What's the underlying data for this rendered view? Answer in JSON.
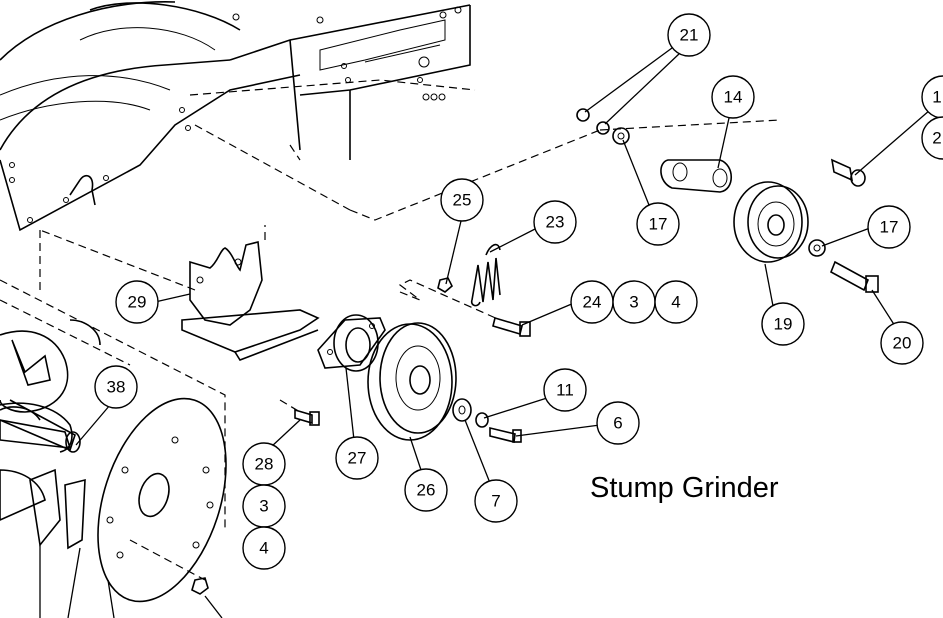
{
  "caption": "Stump Grinder",
  "highlight_color": "#f5ef00",
  "callouts": [
    {
      "id": "c21",
      "label": "21"
    },
    {
      "id": "c14",
      "label": "14"
    },
    {
      "id": "c1",
      "label": "1"
    },
    {
      "id": "c2",
      "label": "2"
    },
    {
      "id": "c17a",
      "label": "17"
    },
    {
      "id": "c17b",
      "label": "17"
    },
    {
      "id": "c25",
      "label": "25"
    },
    {
      "id": "c23",
      "label": "23"
    },
    {
      "id": "c19",
      "label": "19"
    },
    {
      "id": "c24",
      "label": "24"
    },
    {
      "id": "c3a",
      "label": "3"
    },
    {
      "id": "c4a",
      "label": "4"
    },
    {
      "id": "c20",
      "label": "20"
    },
    {
      "id": "c29",
      "label": "29"
    },
    {
      "id": "c38",
      "label": "38"
    },
    {
      "id": "c11",
      "label": "11"
    },
    {
      "id": "c6",
      "label": "6"
    },
    {
      "id": "c28",
      "label": "28"
    },
    {
      "id": "c27",
      "label": "27"
    },
    {
      "id": "c26",
      "label": "26"
    },
    {
      "id": "c7",
      "label": "7"
    },
    {
      "id": "c3b",
      "label": "3"
    },
    {
      "id": "c4b",
      "label": "4"
    }
  ]
}
